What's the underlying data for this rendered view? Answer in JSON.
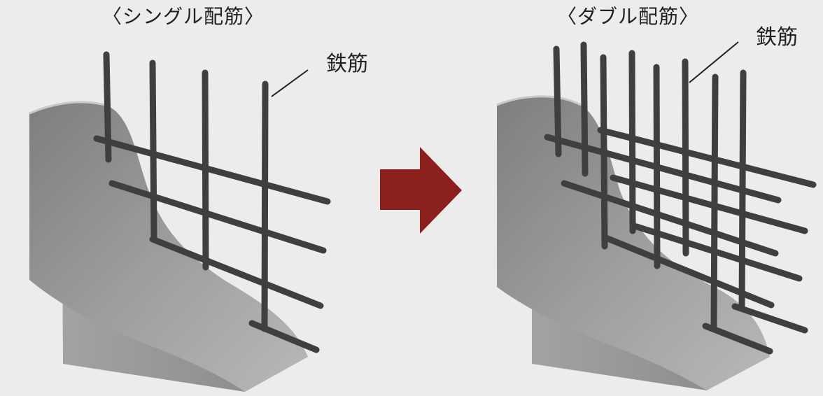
{
  "diagram": {
    "left_panel": {
      "title": "〈シングル配筋〉",
      "callout": "鉄筋"
    },
    "right_panel": {
      "title": "〈ダブル配筋〉",
      "callout": "鉄筋"
    }
  },
  "colors": {
    "background": "#ececec",
    "concrete": "#9a9b98",
    "rebar": "#3e3f41",
    "arrow": "#8b201c"
  }
}
